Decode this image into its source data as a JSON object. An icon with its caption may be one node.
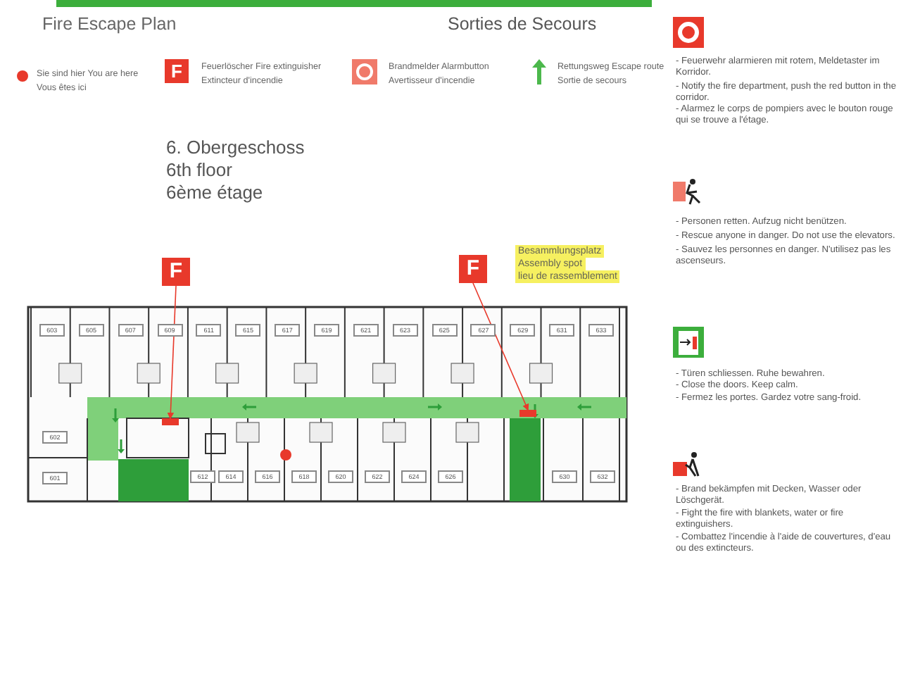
{
  "diagram": {
    "title": "Fire Escape Plan",
    "nodes": [
      {
        "text": [
          "F"
        ]
      },
      {
        "text": [
          "F"
        ]
      },
      {
        "text": [],
        "shape": "box"
      },
      {
        "text": [],
        "shape": "box"
      }
    ],
    "edges": [
      {
        "from": 0,
        "to": 2,
        "arrow": "to"
      },
      {
        "from": 1,
        "to": 3,
        "arrow": "to"
      }
    ],
    "labels": [
      "Sorties de Secours",
      "6. Obergeschoss",
      "6th floor",
      "6ème étage",
      "- Feuerwehr alarmieren mit rotem, Meldetaster im Korridor.",
      "- Notify the fire department, push the red button in the corridor.",
      "- Alarmez le corps de pompiers avec le bouton rouge qui se trouve a l'étage.",
      "- Personen retten. Aufzug nicht benützen.",
      "- Rescue anyone in danger. Do not use the elevators.",
      "- Sauvez les personnes en danger. N'utilisez pas les ascenseurs.",
      "- Türen schliessen. Ruhe bewahren.",
      "- Close the doors. Keep calm.",
      "- Fermez les portes. Gardez votre sang-froid.",
      "- Brand bekämpfen mit Decken, Wasser oder Löschgerät.",
      "- Fight the fire with blankets, water or fire extinguishers.",
      "- Combattez l'incendie à l'aide de couvertures, d'eau ou des extincteurs.",
      "Besammlungsplatz",
      "Assembly spot",
      "lieu de rassemblement",
      "603",
      "605",
      "607",
      "609",
      "611",
      "615",
      "617",
      "619",
      "621",
      "623",
      "625",
      "627",
      "629",
      "631",
      "633",
      "602",
      "601",
      "612",
      "614",
      "616",
      "618",
      "620",
      "622",
      "624",
      "626",
      "630",
      "632",
      "F"
    ],
    "legend": [
      {
        "text": "Sie sind hier You are here Vous êtes ici",
        "color": "#e8392b"
      },
      {
        "text": "Feuerlöscher Fire extinguisher Extincteur d'incendie"
      },
      {
        "text": "Brandmelder Alarmbutton Avertisseur d'incendie"
      },
      {
        "text": "Rettungsweg Escape route Sortie de secours"
      }
    ]
  }
}
